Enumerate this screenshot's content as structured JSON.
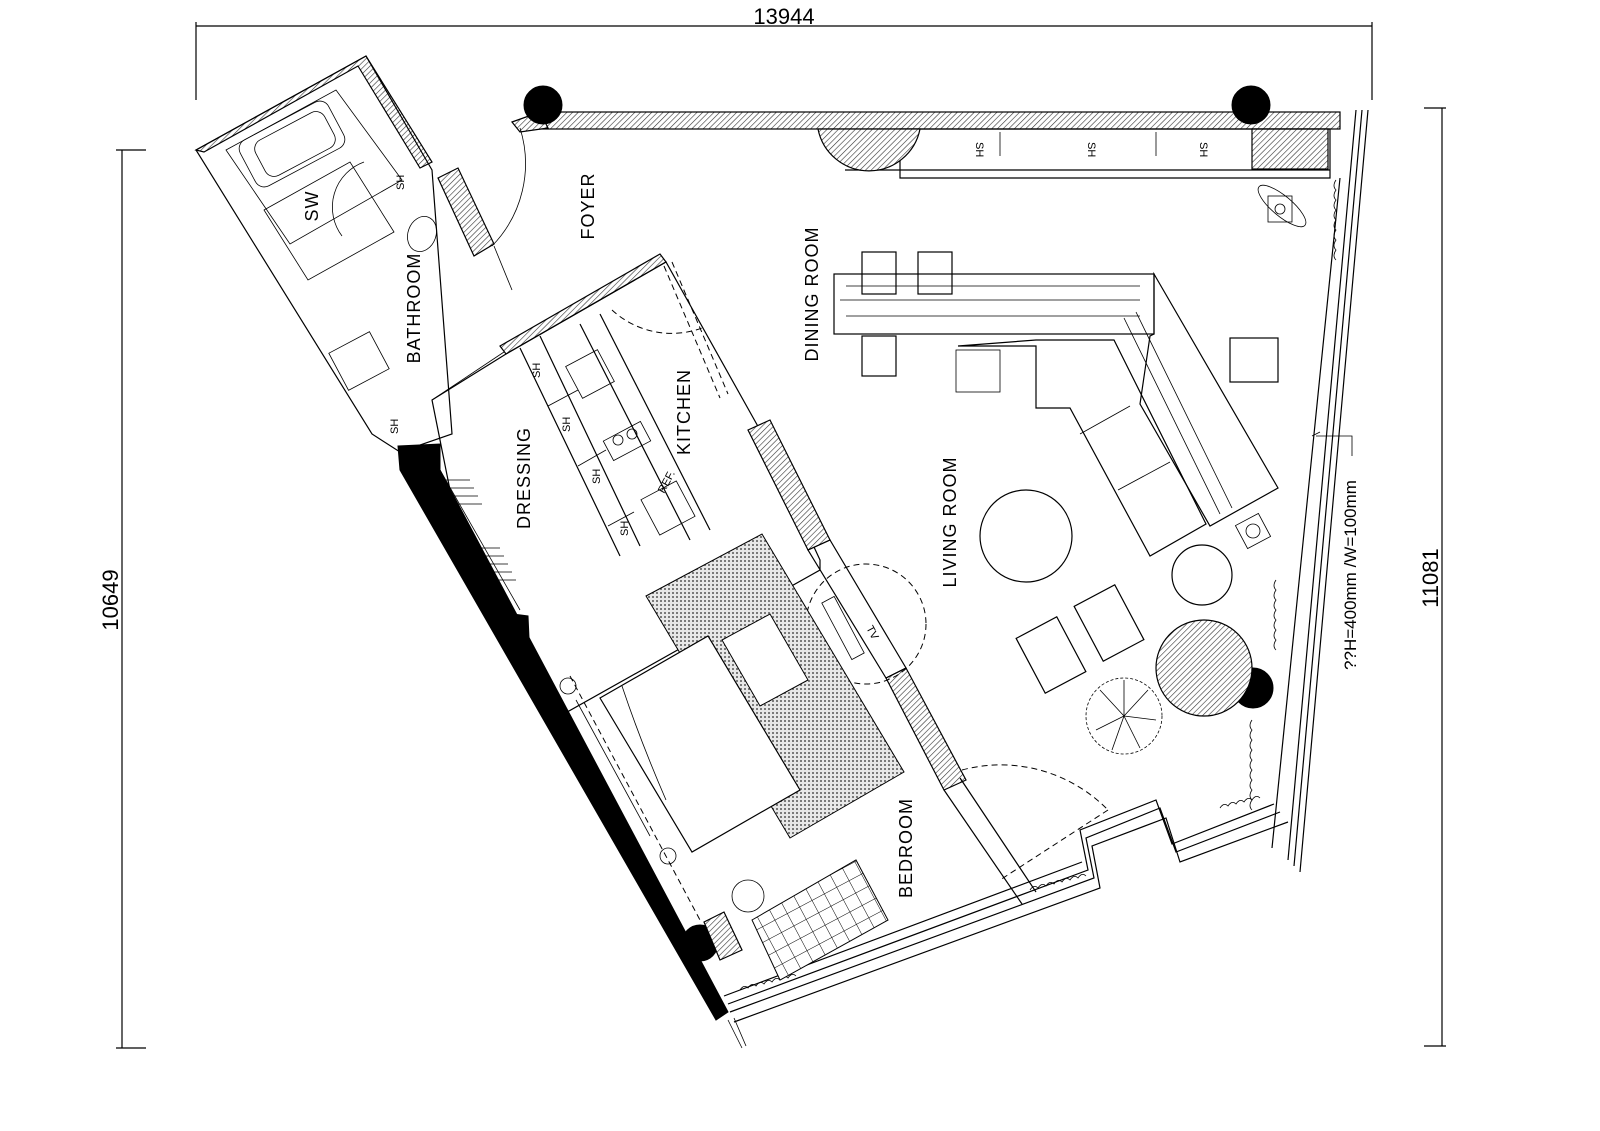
{
  "drawing": {
    "type": "architectural-floor-plan",
    "line_color": "#000000",
    "background": "#ffffff",
    "hatch_color": "#555555",
    "rug_color": "#b0b0b0"
  },
  "dimensions": {
    "top_width": "13944",
    "left_height": "10649",
    "right_height": "11081"
  },
  "rooms": {
    "foyer": "FOYER",
    "bathroom": "BATHROOM",
    "dressing": "DRESSING",
    "kitchen": "KITCHEN",
    "dining_room": "DINING ROOM",
    "living_room": "LIVING ROOM",
    "bedroom": "BEDROOM"
  },
  "fixtures": {
    "shower": "SW",
    "shelf": "SH",
    "refrigerator": "REF.",
    "tv": "TV"
  },
  "shelf_labels": [
    "SH",
    "SH",
    "SH",
    "SH",
    "SH",
    "SH",
    "SH",
    "SH",
    "SH"
  ],
  "annotations": {
    "radiator_note": "??H=400mm /W=100mm"
  }
}
